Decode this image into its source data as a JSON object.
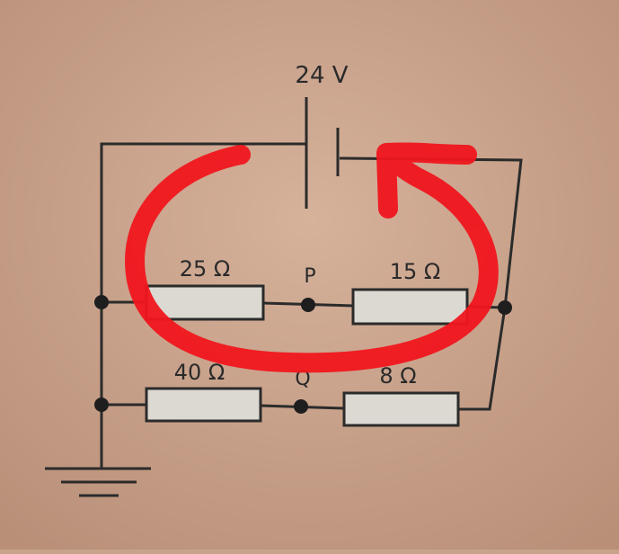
{
  "source": {
    "label": "24 V"
  },
  "resistors": [
    {
      "id": "r1",
      "label": "25 Ω"
    },
    {
      "id": "r2",
      "label": "15 Ω"
    },
    {
      "id": "r3",
      "label": "40 Ω"
    },
    {
      "id": "r4",
      "label": "8 Ω"
    }
  ],
  "nodes": {
    "p": "P",
    "q": "Q"
  },
  "colors": {
    "background": "#c8a38c",
    "wire": "#2b2b2b",
    "resistor_fill": "#dcd8d2",
    "annotation": "#f0161e"
  }
}
